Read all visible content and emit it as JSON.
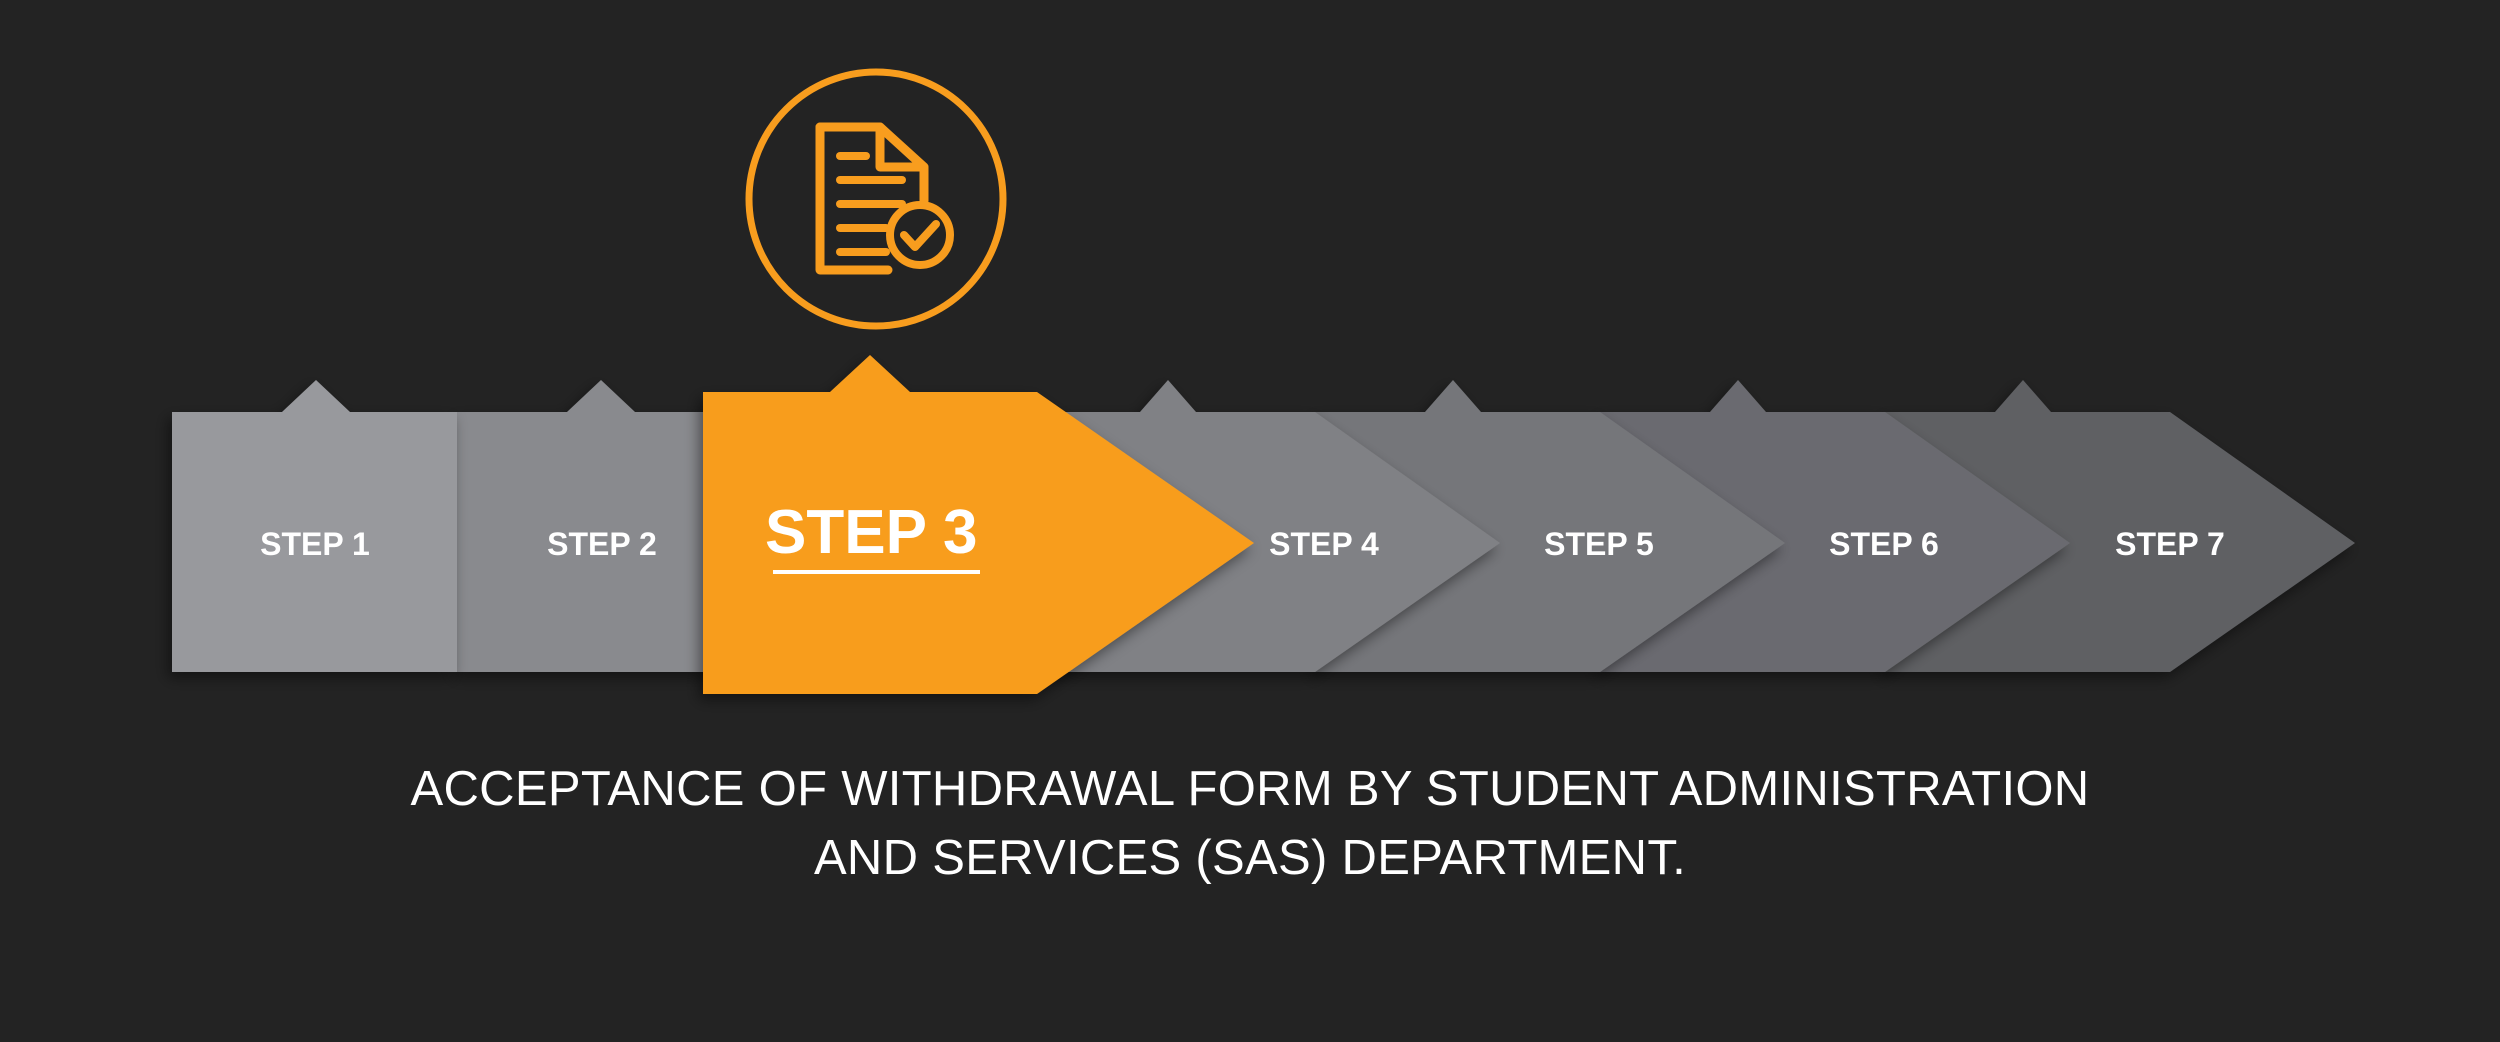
{
  "steps": [
    {
      "label": "STEP 1",
      "active": false
    },
    {
      "label": "STEP 2",
      "active": false
    },
    {
      "label": "STEP 3",
      "active": true
    },
    {
      "label": "STEP 4",
      "active": false
    },
    {
      "label": "STEP 5",
      "active": false
    },
    {
      "label": "STEP 6",
      "active": false
    },
    {
      "label": "STEP 7",
      "active": false
    }
  ],
  "active_icon": "document-check-icon",
  "caption": {
    "line1": "ACCEPTANCE OF WITHDRAWAL FORM BY STUDENT ADMINISTRATION",
    "line2": "AND SERVICES (SAS) DEPARTMENT."
  },
  "colors": {
    "background": "#232323",
    "accent": "#f89d1e",
    "step_fills": [
      "#98999d",
      "#898a8e",
      "#f89d1e",
      "#808185",
      "#75767a",
      "#6a6b6f",
      "#5f6064"
    ]
  }
}
